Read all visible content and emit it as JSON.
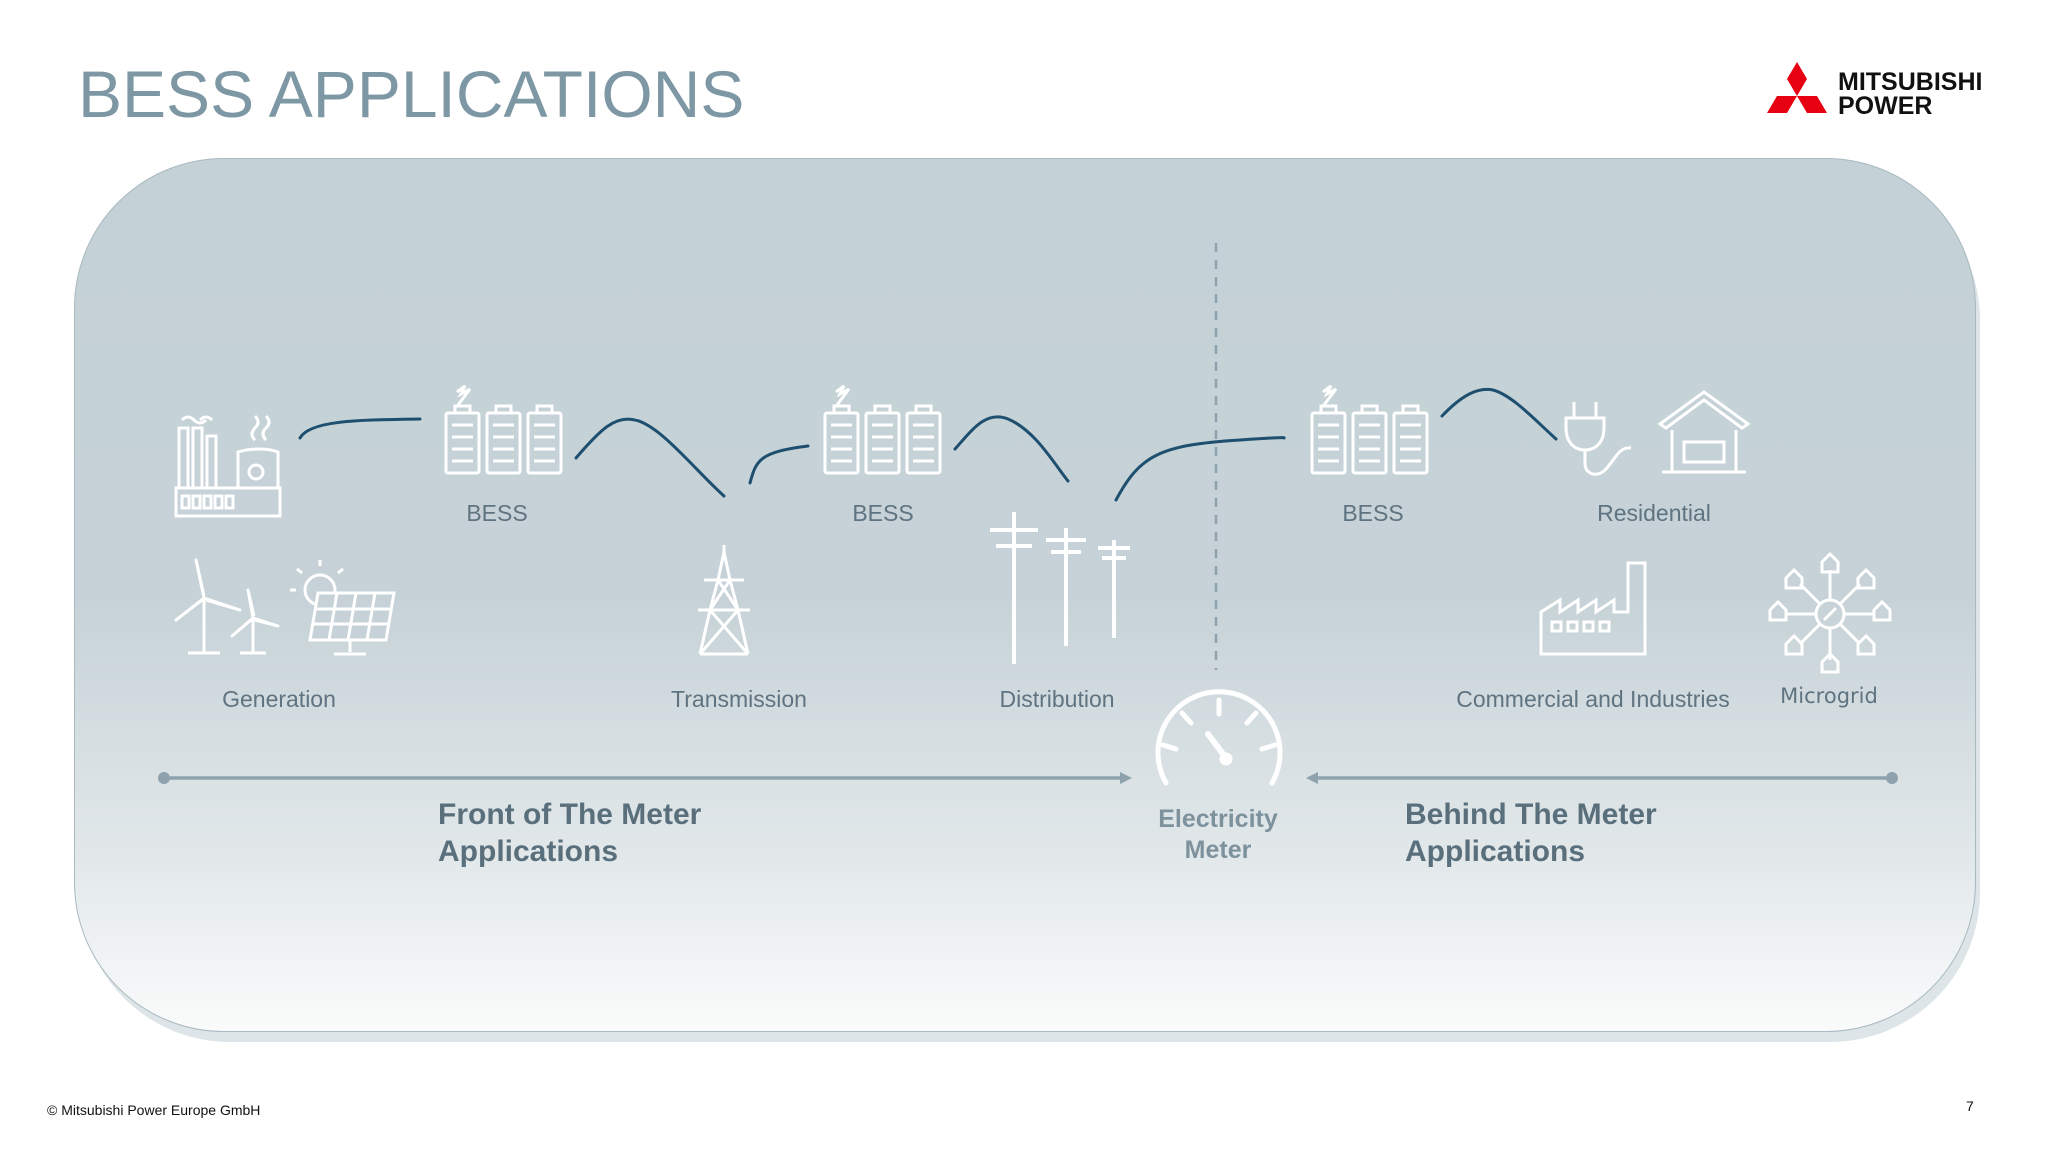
{
  "page": {
    "title": "BESS APPLICATIONS",
    "page_number": "7",
    "footer": "© Mitsubishi Power Europe GmbH"
  },
  "logo": {
    "line1": "MITSUBISHI",
    "line2": "POWER",
    "color": "#e60012"
  },
  "nodes": {
    "bess1": "BESS",
    "bess2": "BESS",
    "bess3": "BESS",
    "residential": "Residential",
    "generation": "Generation",
    "transmission": "Transmission",
    "distribution": "Distribution",
    "commercial": "Commercial and Industries",
    "microgrid": "Microgrid"
  },
  "sections": {
    "front": "Front of The Meter\nApplications",
    "behind": "Behind The Meter\nApplications",
    "meter": "Electricity\nMeter"
  },
  "colors": {
    "title": "#7d97a4",
    "curve": "#1e4f6e",
    "icon": "#ffffff",
    "arrow": "#8ea2ad"
  }
}
